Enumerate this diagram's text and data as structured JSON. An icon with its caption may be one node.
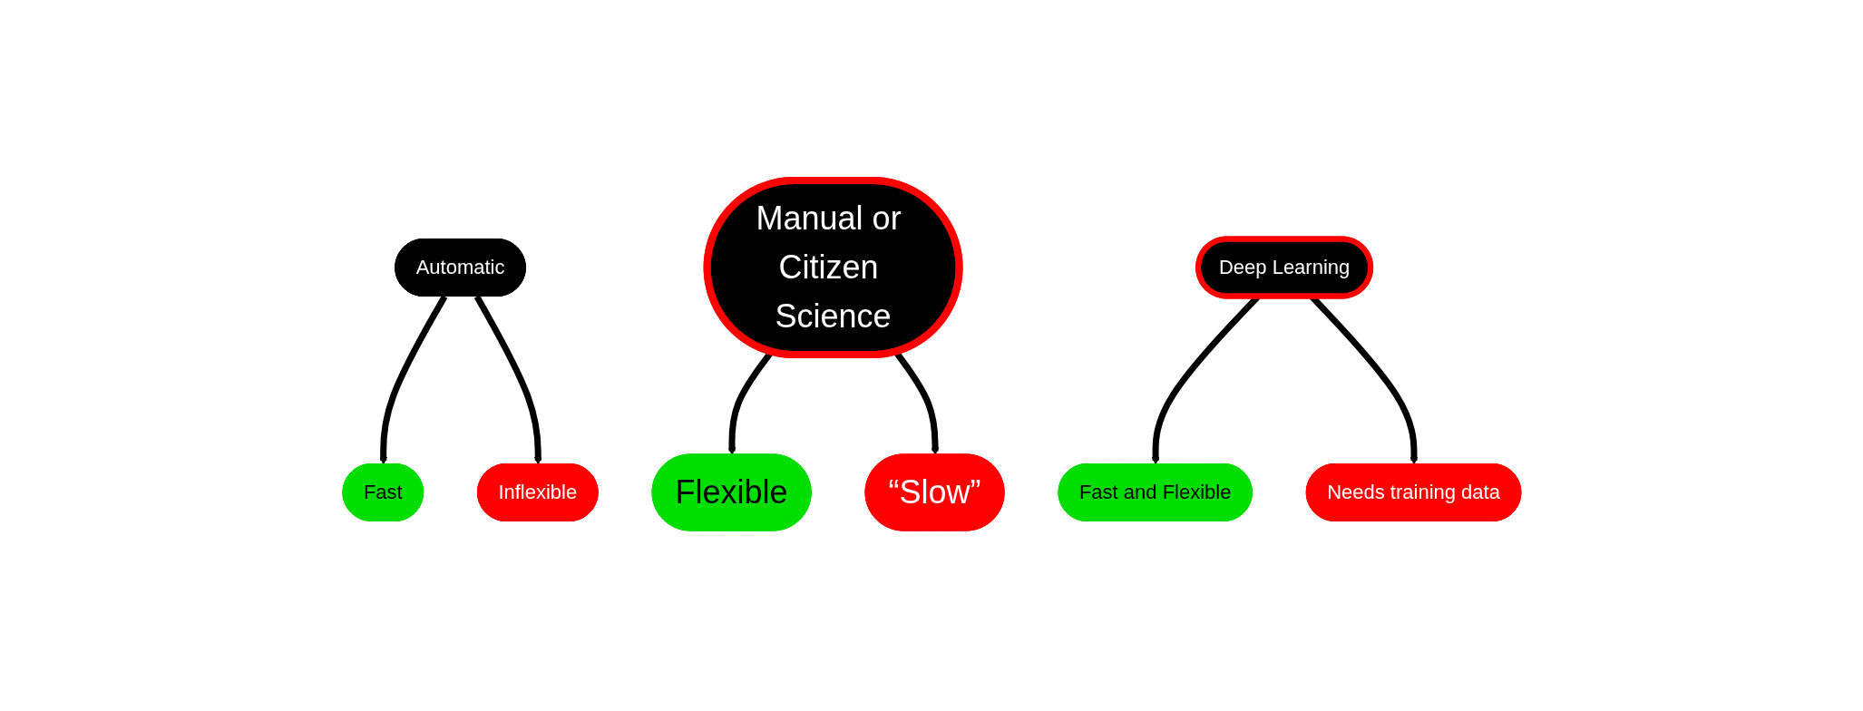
{
  "diagram": {
    "nodes": [
      {
        "text": [
          "Automatic"
        ]
      },
      {
        "text": [
          "Fast"
        ]
      },
      {
        "text": [
          "Inflexible"
        ]
      },
      {
        "text": [
          "Manual or Citizen Science"
        ]
      },
      {
        "text": [
          "Flexible"
        ]
      },
      {
        "text": [
          "“Slow”"
        ]
      },
      {
        "text": [
          "Deep Learning"
        ]
      },
      {
        "text": [
          "Fast and Flexible"
        ]
      },
      {
        "text": [
          "Needs training data"
        ]
      }
    ],
    "edges": [
      {
        "from": 0,
        "to": 1,
        "arrow": "to"
      },
      {
        "from": 0,
        "to": 2,
        "arrow": "to"
      },
      {
        "from": 3,
        "to": 4,
        "arrow": "to"
      },
      {
        "from": 3,
        "to": 5,
        "arrow": "to"
      },
      {
        "from": 6,
        "to": 7,
        "arrow": "to"
      },
      {
        "from": 6,
        "to": 8,
        "arrow": "to"
      }
    ]
  }
}
